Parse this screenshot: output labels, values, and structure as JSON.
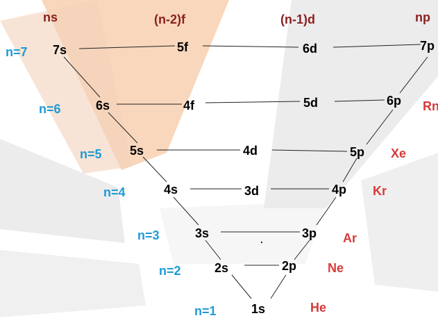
{
  "colors": {
    "header": "#8b2020",
    "orbital": "#000000",
    "shell_label": "#1e9ad6",
    "noble_gas": "#d83a3a",
    "watermark_peach": "#f6c9a6",
    "watermark_gray": "#d6d6d6"
  },
  "headers": {
    "ns": "ns",
    "f": "(n-2)f",
    "d": "(n-1)d",
    "np": "np"
  },
  "shells": [
    {
      "n": "n=7",
      "s": "7s",
      "f": "5f",
      "d": "6d",
      "p": "7p",
      "gas": ""
    },
    {
      "n": "n=6",
      "s": "6s",
      "f": "4f",
      "d": "5d",
      "p": "6p",
      "gas": "Rn"
    },
    {
      "n": "n=5",
      "s": "5s",
      "d": "4d",
      "p": "5p",
      "gas": "Xe"
    },
    {
      "n": "n=4",
      "s": "4s",
      "d": "3d",
      "p": "4p",
      "gas": "Kr"
    },
    {
      "n": "n=3",
      "s": "3s",
      "p": "3p",
      "gas": "Ar"
    },
    {
      "n": "n=2",
      "s": "2s",
      "p": "2p",
      "gas": "Ne"
    },
    {
      "n": "n=1",
      "s": "1s",
      "gas": "He"
    }
  ]
}
